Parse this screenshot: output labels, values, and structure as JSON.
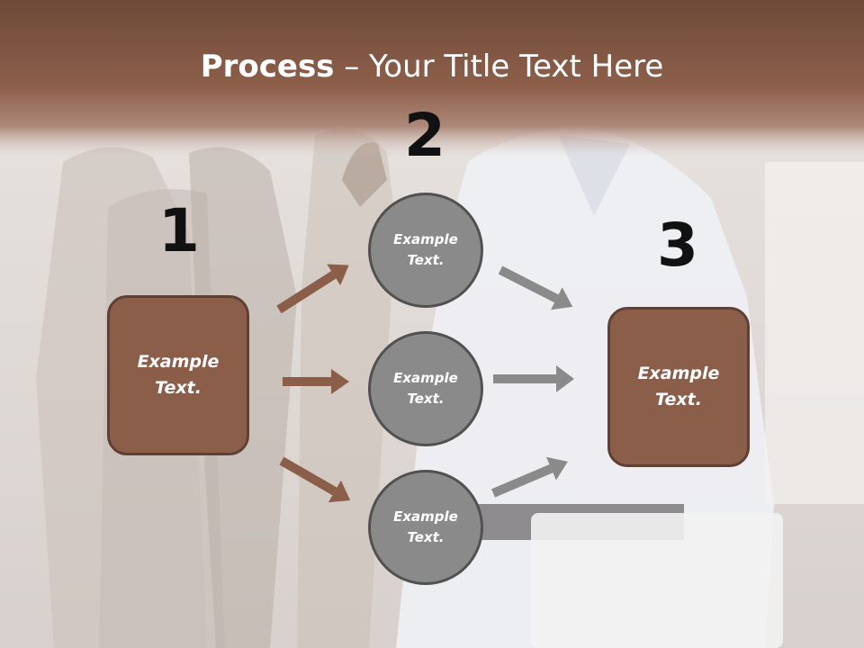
{
  "slide": {
    "title_bold": "Process",
    "title_rest": " – Your Title Text Here",
    "steps": [
      {
        "number": "1",
        "text": "Example\nText."
      },
      {
        "number": "2",
        "text": "Example\nText."
      },
      {
        "number": "3",
        "text": "Example\nText."
      }
    ],
    "middle_items": [
      {
        "text": "Example\nText."
      },
      {
        "text": "Example\nText."
      },
      {
        "text": "Example\nText."
      }
    ]
  },
  "colors": {
    "header_brown": "#8b5e49",
    "box_fill": "#8b5e49",
    "box_border": "#5f4034",
    "circle_fill": "#8a8a8a",
    "circle_border": "#515151",
    "arrow_brown": "#8b5e49",
    "arrow_gray": "#8a8a8a"
  }
}
